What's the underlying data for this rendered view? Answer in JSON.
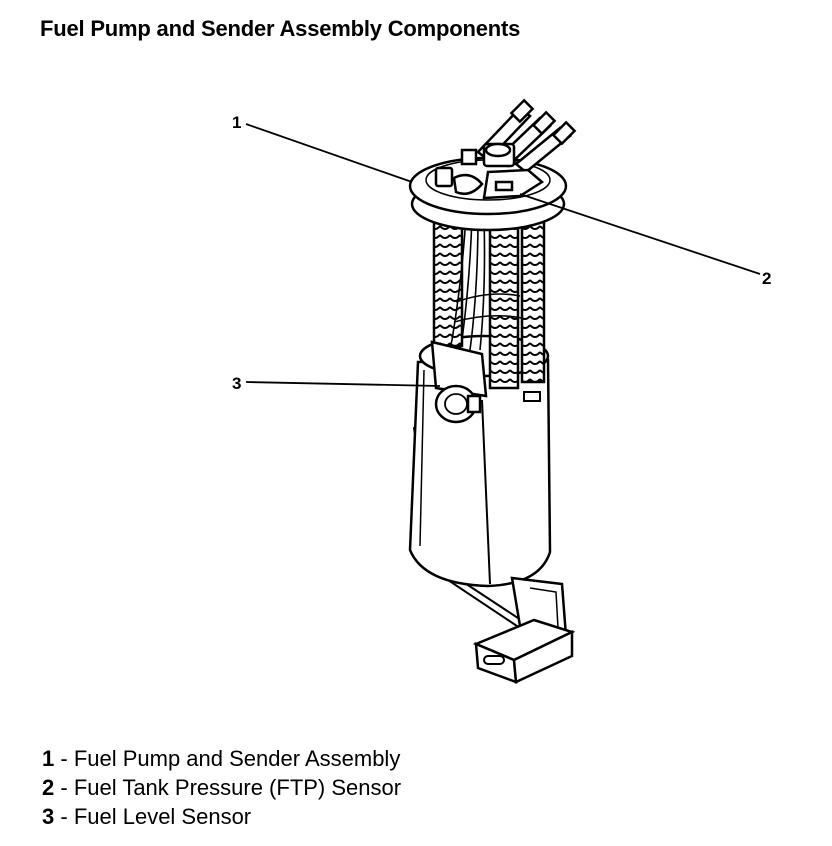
{
  "title": "Fuel Pump and Sender Assembly Components",
  "callouts": [
    {
      "number": "1"
    },
    {
      "number": "2"
    },
    {
      "number": "3"
    }
  ],
  "legend": [
    {
      "number": "1",
      "separator": " - ",
      "label": "Fuel Pump and Sender Assembly"
    },
    {
      "number": "2",
      "separator": " - ",
      "label": "Fuel Tank Pressure (FTP) Sensor"
    },
    {
      "number": "3",
      "separator": " - ",
      "label": "Fuel Level Sensor"
    }
  ],
  "colors": {
    "ink": "#000000",
    "background": "#ffffff"
  }
}
